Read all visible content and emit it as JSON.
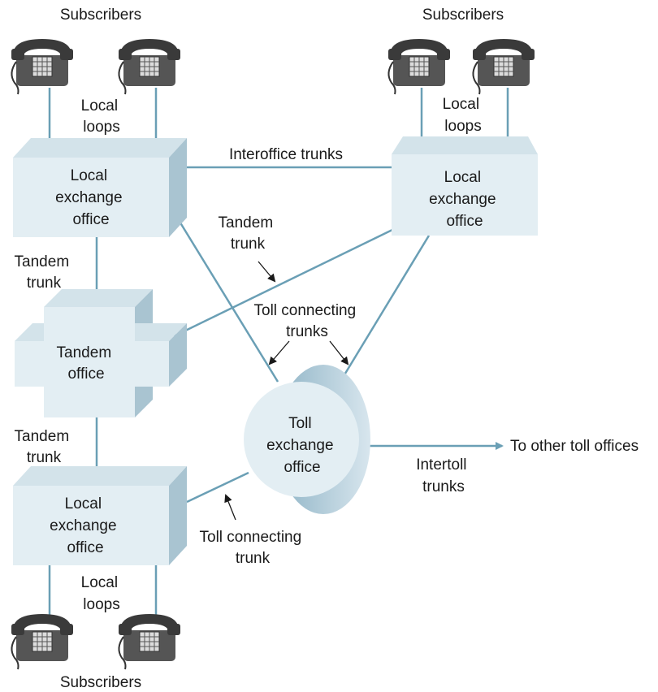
{
  "subscribers_top_left": "Subscribers",
  "subscribers_top_right": "Subscribers",
  "subscribers_bottom": "Subscribers",
  "local_loops_top_left": [
    "Local",
    "loops"
  ],
  "local_loops_top_right": [
    "Local",
    "loops"
  ],
  "local_loops_bottom": [
    "Local",
    "loops"
  ],
  "local_office_top_left": [
    "Local",
    "exchange",
    "office"
  ],
  "local_office_top_right": [
    "Local",
    "exchange",
    "office"
  ],
  "local_office_bottom": [
    "Local",
    "exchange",
    "office"
  ],
  "tandem_office": [
    "Tandem",
    "office"
  ],
  "toll_office": [
    "Toll",
    "exchange",
    "office"
  ],
  "interoffice_trunks": "Interoffice trunks",
  "tandem_trunk_upper": [
    "Tandem",
    "trunk"
  ],
  "tandem_trunk_lower": [
    "Tandem",
    "trunk"
  ],
  "tandem_trunk_diagonal": [
    "Tandem",
    "trunk"
  ],
  "toll_connecting_trunks": [
    "Toll connecting",
    "trunks"
  ],
  "toll_connecting_trunk": [
    "Toll connecting",
    "trunk"
  ],
  "intertoll_trunks": [
    "Intertoll",
    "trunks"
  ],
  "to_other_toll_offices": "To other toll offices",
  "colors": {
    "line": "#6a9fb5",
    "box_front": "#e3eef3",
    "box_top": "#d3e3ea",
    "box_side": "#a9c4d1",
    "phone_body": "#5a5a5a",
    "phone_dark": "#333333"
  }
}
